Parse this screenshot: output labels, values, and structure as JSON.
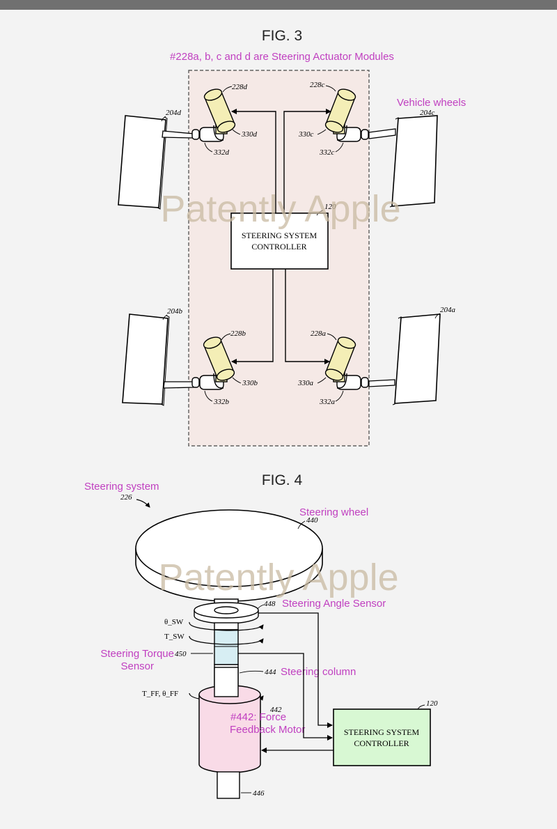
{
  "header": {
    "caption": ""
  },
  "colors": {
    "annotation": "#c03fc0",
    "watermark": "#c8b9a2",
    "module_region": "#f5e9e6",
    "actuator": "#f4eeb6",
    "torque_sensor": "#d7eef3",
    "motor": "#f9dbe7",
    "controller_fig4": "#d8f8d3"
  },
  "fig3": {
    "title": "FIG. 3",
    "annotation": "#228a, b, c and d are Steering Actuator Modules",
    "vehicle_wheels_label": "Vehicle wheels",
    "watermark": "Patently Apple",
    "controller_ref": "120",
    "controller_line1": "STEERING SYSTEM",
    "controller_line2": "CONTROLLER",
    "wheel_refs": {
      "d": "204d",
      "c": "204c",
      "b": "204b",
      "a": "204a"
    },
    "actuator_refs": {
      "d": "228d",
      "c": "228c",
      "b": "228b",
      "a": "228a"
    },
    "joint_refs": {
      "d": "330d",
      "c": "330c",
      "b": "330b",
      "a": "330a"
    },
    "link_refs": {
      "d": "332d",
      "c": "332c",
      "b": "332b",
      "a": "332a"
    }
  },
  "fig4": {
    "title": "FIG. 4",
    "watermark": "Patently Apple",
    "steering_system_label": "Steering system",
    "steering_system_ref": "226",
    "steering_wheel_label": "Steering wheel",
    "steering_wheel_ref": "440",
    "angle_sensor_ref": "448",
    "angle_sensor_label": "Steering Angle Sensor",
    "theta_sw": "θ_SW",
    "t_sw": "T_SW",
    "torque_sensor_label_line1": "Steering Torque",
    "torque_sensor_label_line2": "Sensor",
    "torque_sensor_ref": "450",
    "column_ref": "444",
    "column_label": "Steering column",
    "t_ff": "T_FF, θ_FF",
    "motor_ref": "442",
    "motor_label_line1": "#442: Force",
    "motor_label_line2": "Feedback Motor",
    "controller_ref": "120",
    "controller_line1": "STEERING SYSTEM",
    "controller_line2": "CONTROLLER",
    "shaft_ref": "446"
  }
}
